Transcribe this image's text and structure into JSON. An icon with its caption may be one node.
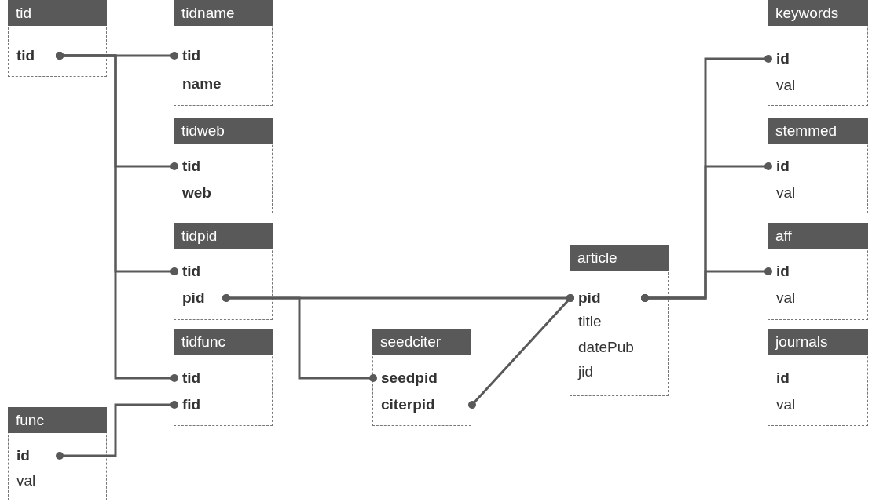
{
  "diagram": {
    "nodes": [
      {
        "text": [
          "tid"
        ]
      },
      {
        "text": [
          "tid"
        ],
        "in": 0
      },
      {
        "text": [
          "tidname"
        ]
      },
      {
        "text": [
          "tid"
        ],
        "in": 2
      },
      {
        "text": [
          "name"
        ],
        "in": 2
      },
      {
        "text": [
          "tidweb"
        ]
      },
      {
        "text": [
          "tid"
        ],
        "in": 5
      },
      {
        "text": [
          "web"
        ],
        "in": 5
      },
      {
        "text": [
          "tidpid"
        ]
      },
      {
        "text": [
          "tid"
        ],
        "in": 8
      },
      {
        "text": [
          "pid"
        ],
        "in": 8
      },
      {
        "text": [
          "tidfunc"
        ]
      },
      {
        "text": [
          "tid"
        ],
        "in": 11
      },
      {
        "text": [
          "fid"
        ],
        "in": 11
      },
      {
        "text": [
          "func"
        ]
      },
      {
        "text": [
          "id"
        ],
        "in": 14
      },
      {
        "text": [
          "val"
        ],
        "in": 14
      },
      {
        "text": [
          "seedciter"
        ]
      },
      {
        "text": [
          "seedpid"
        ],
        "in": 17
      },
      {
        "text": [
          "citerpid"
        ],
        "in": 17
      },
      {
        "text": [
          "article"
        ]
      },
      {
        "text": [
          "pid"
        ],
        "in": 20
      },
      {
        "text": [
          "title"
        ],
        "in": 20
      },
      {
        "text": [
          "datePub"
        ],
        "in": 20
      },
      {
        "text": [
          "jid"
        ],
        "in": 20
      },
      {
        "text": [
          "keywords"
        ]
      },
      {
        "text": [
          "id"
        ],
        "in": 25
      },
      {
        "text": [
          "val"
        ],
        "in": 25
      },
      {
        "text": [
          "stemmed"
        ]
      },
      {
        "text": [
          "id"
        ],
        "in": 28
      },
      {
        "text": [
          "val"
        ],
        "in": 28
      },
      {
        "text": [
          "aff"
        ]
      },
      {
        "text": [
          "id"
        ],
        "in": 31
      },
      {
        "text": [
          "val"
        ],
        "in": 31
      },
      {
        "text": [
          "journals"
        ]
      },
      {
        "text": [
          "id"
        ],
        "in": 34
      },
      {
        "text": [
          "val"
        ],
        "in": 34
      }
    ],
    "edges": [
      {
        "from": 1,
        "to": 3,
        "arrow": "other"
      },
      {
        "from": 1,
        "to": 6,
        "arrow": "other"
      },
      {
        "from": 1,
        "to": 9,
        "arrow": "other"
      },
      {
        "from": 1,
        "to": 12,
        "arrow": "other"
      },
      {
        "from": 15,
        "to": 13,
        "arrow": "other"
      },
      {
        "from": 10,
        "to": 21,
        "arrow": "other"
      },
      {
        "from": 10,
        "to": 18,
        "arrow": "other"
      },
      {
        "from": 19,
        "to": 21,
        "arrow": "other"
      },
      {
        "from": 21,
        "to": 26,
        "arrow": "other"
      },
      {
        "from": 21,
        "to": 29,
        "arrow": "other"
      },
      {
        "from": 21,
        "to": 32,
        "arrow": "other"
      }
    ]
  }
}
